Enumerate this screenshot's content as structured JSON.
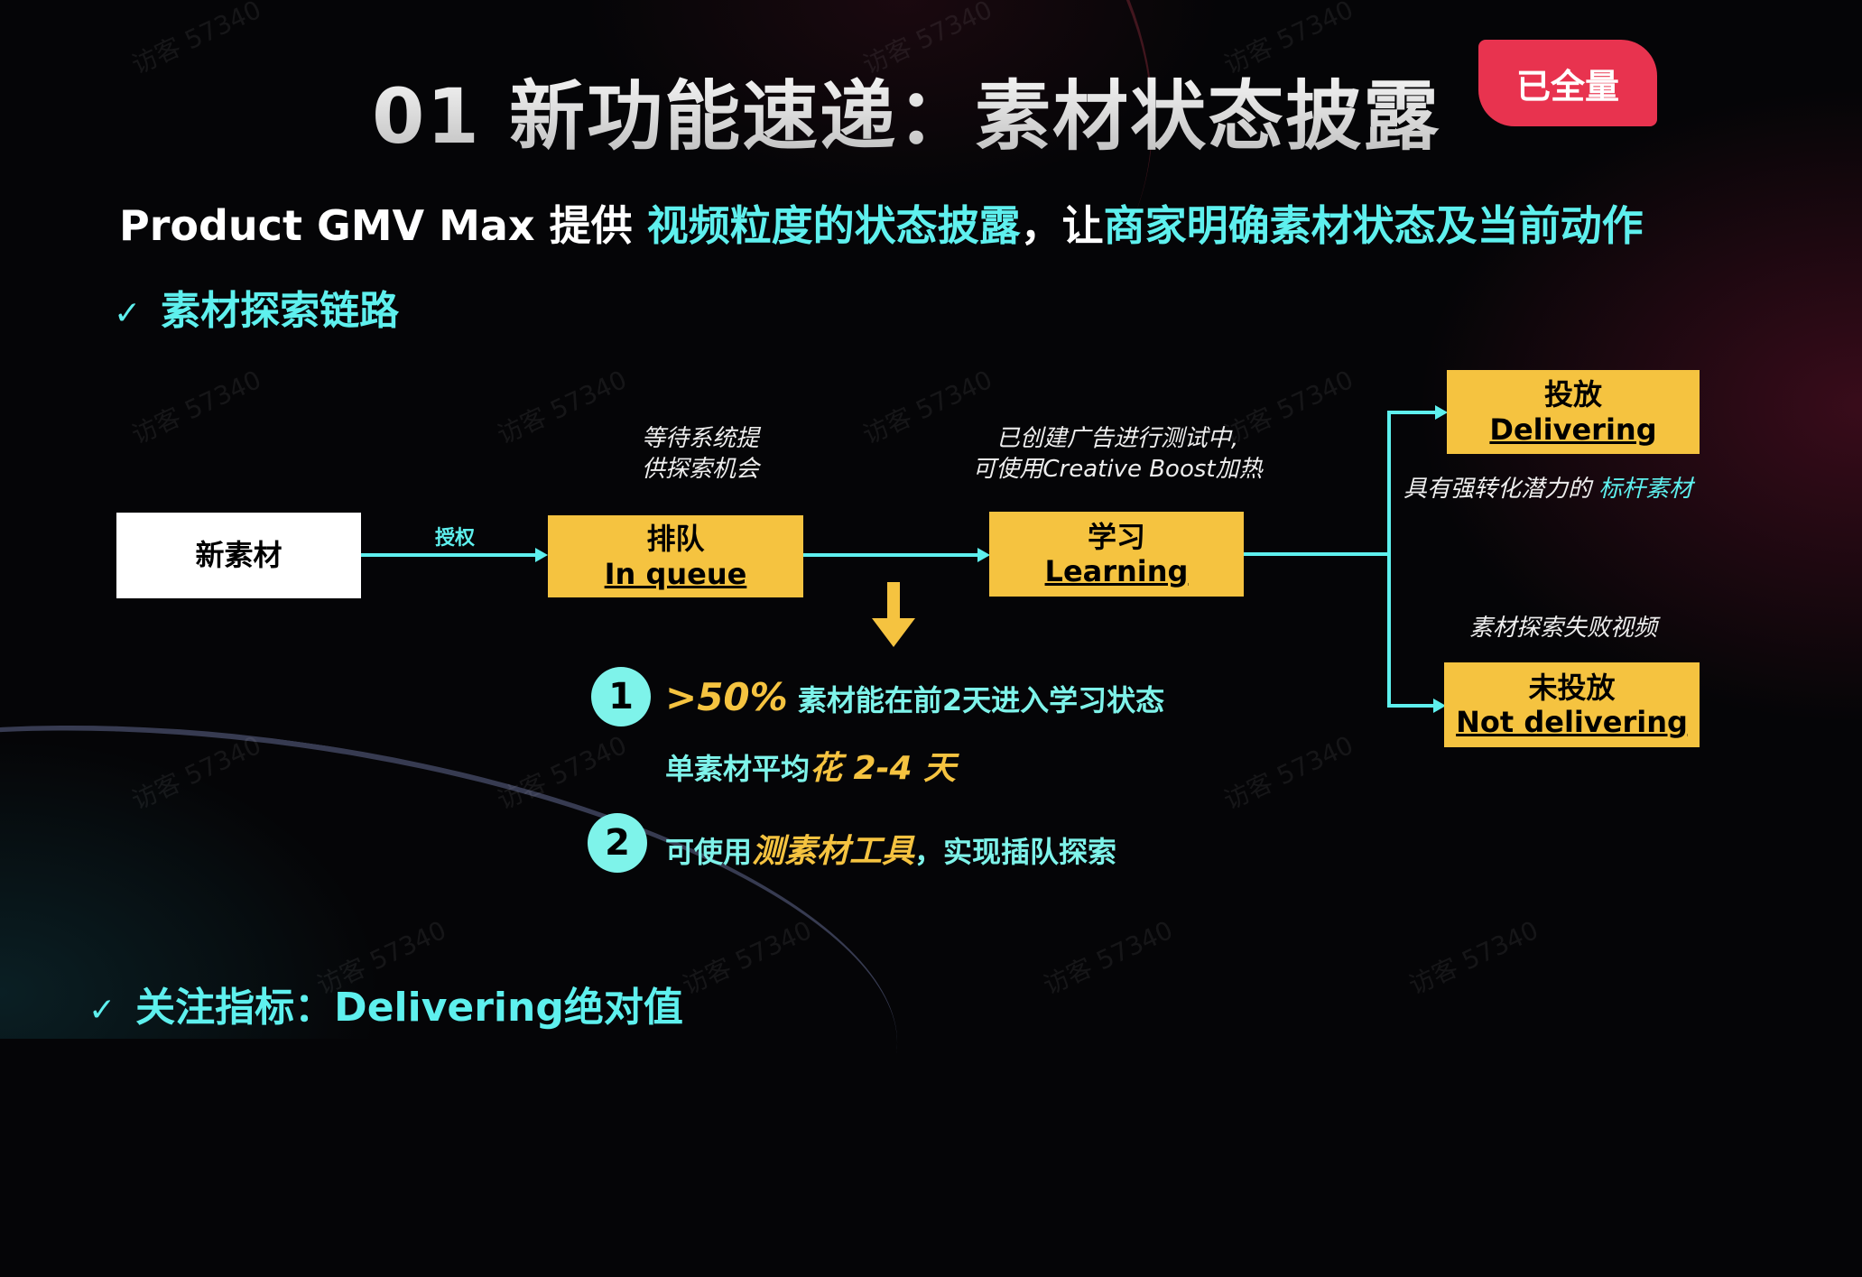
{
  "title": "01 新功能速递：素材状态披露",
  "badge": "已全量",
  "subtitle": {
    "prefix": "Product GMV Max 提供 ",
    "hl1": "视频粒度的状态披露",
    "mid": "，让",
    "hl2": "商家明确素材状态及当前动作"
  },
  "section1": {
    "check": "✓",
    "label": "素材探索链路"
  },
  "flow": {
    "new": "新素材",
    "auth": "授权",
    "queue": {
      "zh": "排队",
      "en": "In queue",
      "note1": "等待系统提",
      "note2": "供探索机会"
    },
    "learning": {
      "zh": "学习",
      "en": "Learning",
      "note1": "已创建广告进行测试中,",
      "note2": "可使用Creative Boost加热"
    },
    "delivering": {
      "zh": "投放",
      "en": "Delivering",
      "note_prefix": "具有强转化潜力的 ",
      "note_hl": "标杆素材"
    },
    "not_delivering": {
      "zh": "未投放",
      "en": "Not delivering",
      "note": "素材探索失败视频"
    }
  },
  "points": [
    {
      "num": "1",
      "hl": ">50%",
      "text": "素材能在前2天进入学习状态",
      "line2_prefix": "单素材平均",
      "line2_hl": "花 2-4 天"
    },
    {
      "num": "2",
      "prefix": "可使用",
      "hl": "测素材工具",
      "suffix": "，实现插队探索"
    }
  ],
  "section2": {
    "check": "✓",
    "label": "关注指标：Delivering绝对值"
  },
  "watermark": "访客 57340",
  "colors": {
    "cyan": "#5ef0ee",
    "yellow": "#f5c340",
    "badge": "#e8334f"
  }
}
